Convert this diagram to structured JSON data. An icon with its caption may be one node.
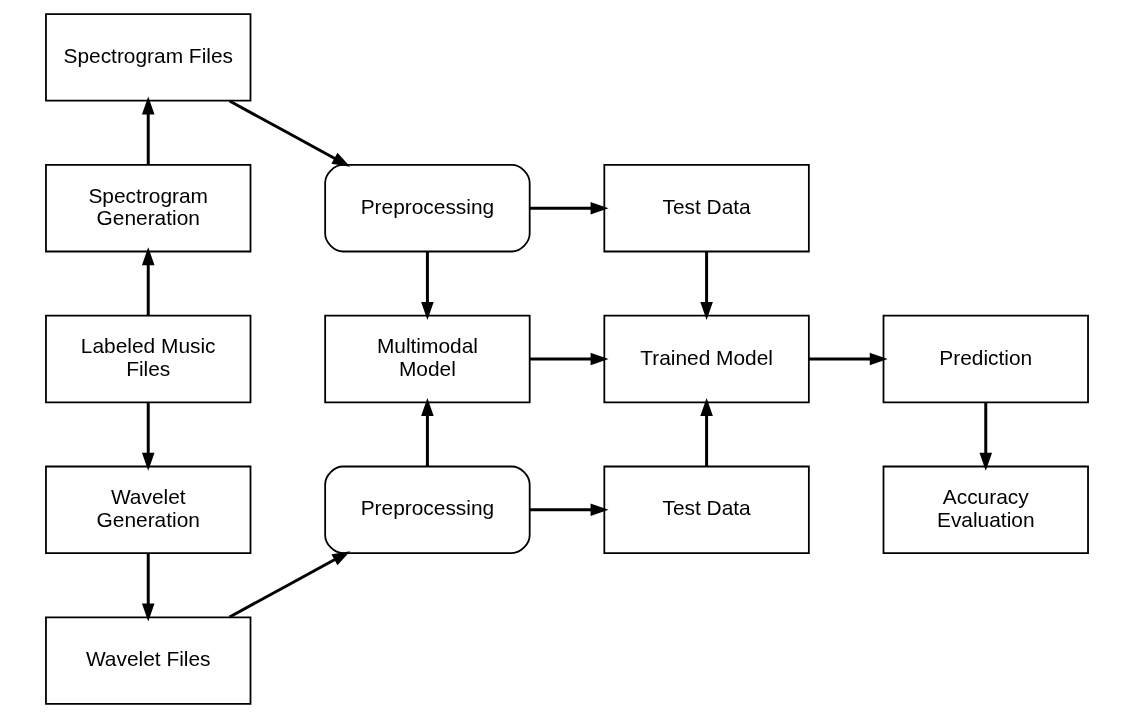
{
  "diagram": {
    "nodes": [
      {
        "text": [
          "Spectrogram Files"
        ]
      },
      {
        "text": [
          "Preprocessing"
        ]
      },
      {
        "text": [
          "Test Data"
        ]
      },
      {
        "text": [
          "Spectrogram Generation"
        ]
      },
      {
        "text": [
          "Multimodal Model"
        ]
      },
      {
        "text": [
          "Trained Model"
        ]
      },
      {
        "text": [
          "Prediction"
        ]
      },
      {
        "text": [
          "Labeled Music Files"
        ]
      },
      {
        "text": [
          "Accuracy Evaluation"
        ]
      },
      {
        "text": [
          "Wavelet Generation"
        ]
      },
      {
        "text": [
          "Wavelet Files"
        ]
      },
      {
        "text": [
          "Preprocessing"
        ]
      },
      {
        "text": [
          "Test Data"
        ]
      }
    ],
    "edges": [
      {
        "from": 0,
        "to": 1,
        "arrow": "to"
      },
      {
        "from": 1,
        "to": 2,
        "arrow": "to"
      },
      {
        "from": 1,
        "to": 4,
        "arrow": "to"
      },
      {
        "from": 2,
        "to": 5,
        "arrow": "to"
      },
      {
        "from": 3,
        "to": 0,
        "arrow": "to"
      },
      {
        "from": 4,
        "to": 5,
        "arrow": "to"
      },
      {
        "from": 5,
        "to": 6,
        "arrow": "to"
      },
      {
        "from": 6,
        "to": 8,
        "arrow": "to"
      },
      {
        "from": 7,
        "to": 3,
        "arrow": "to"
      },
      {
        "from": 7,
        "to": 9,
        "arrow": "to"
      },
      {
        "from": 9,
        "to": 10,
        "arrow": "to"
      },
      {
        "from": 10,
        "to": 11,
        "arrow": "to"
      },
      {
        "from": 11,
        "to": 12,
        "arrow": "to"
      },
      {
        "from": 11,
        "to": 4,
        "arrow": "to"
      },
      {
        "from": 12,
        "to": 5,
        "arrow": "to"
      }
    ]
  }
}
